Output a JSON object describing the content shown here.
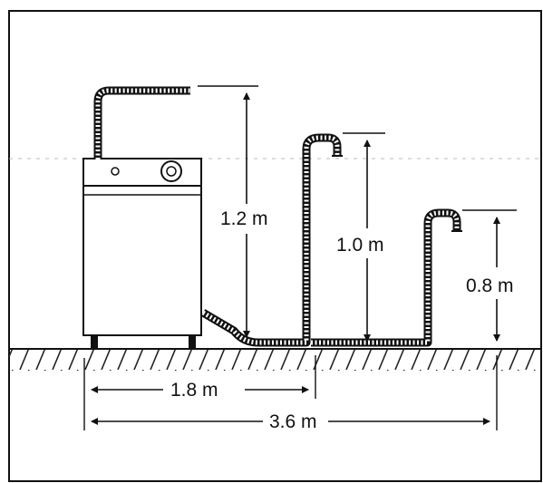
{
  "diagram": {
    "labels": {
      "height_high": "1.2 m",
      "height_mid": "1.0 m",
      "height_low": "0.8 m",
      "distance_near": "1.8 m",
      "distance_far": "3.6 m"
    },
    "icons": [
      "washing-machine-icon",
      "drain-hose-icon",
      "hose-hook-icon",
      "ground-hatch-icon",
      "dimension-arrow-icon"
    ]
  }
}
